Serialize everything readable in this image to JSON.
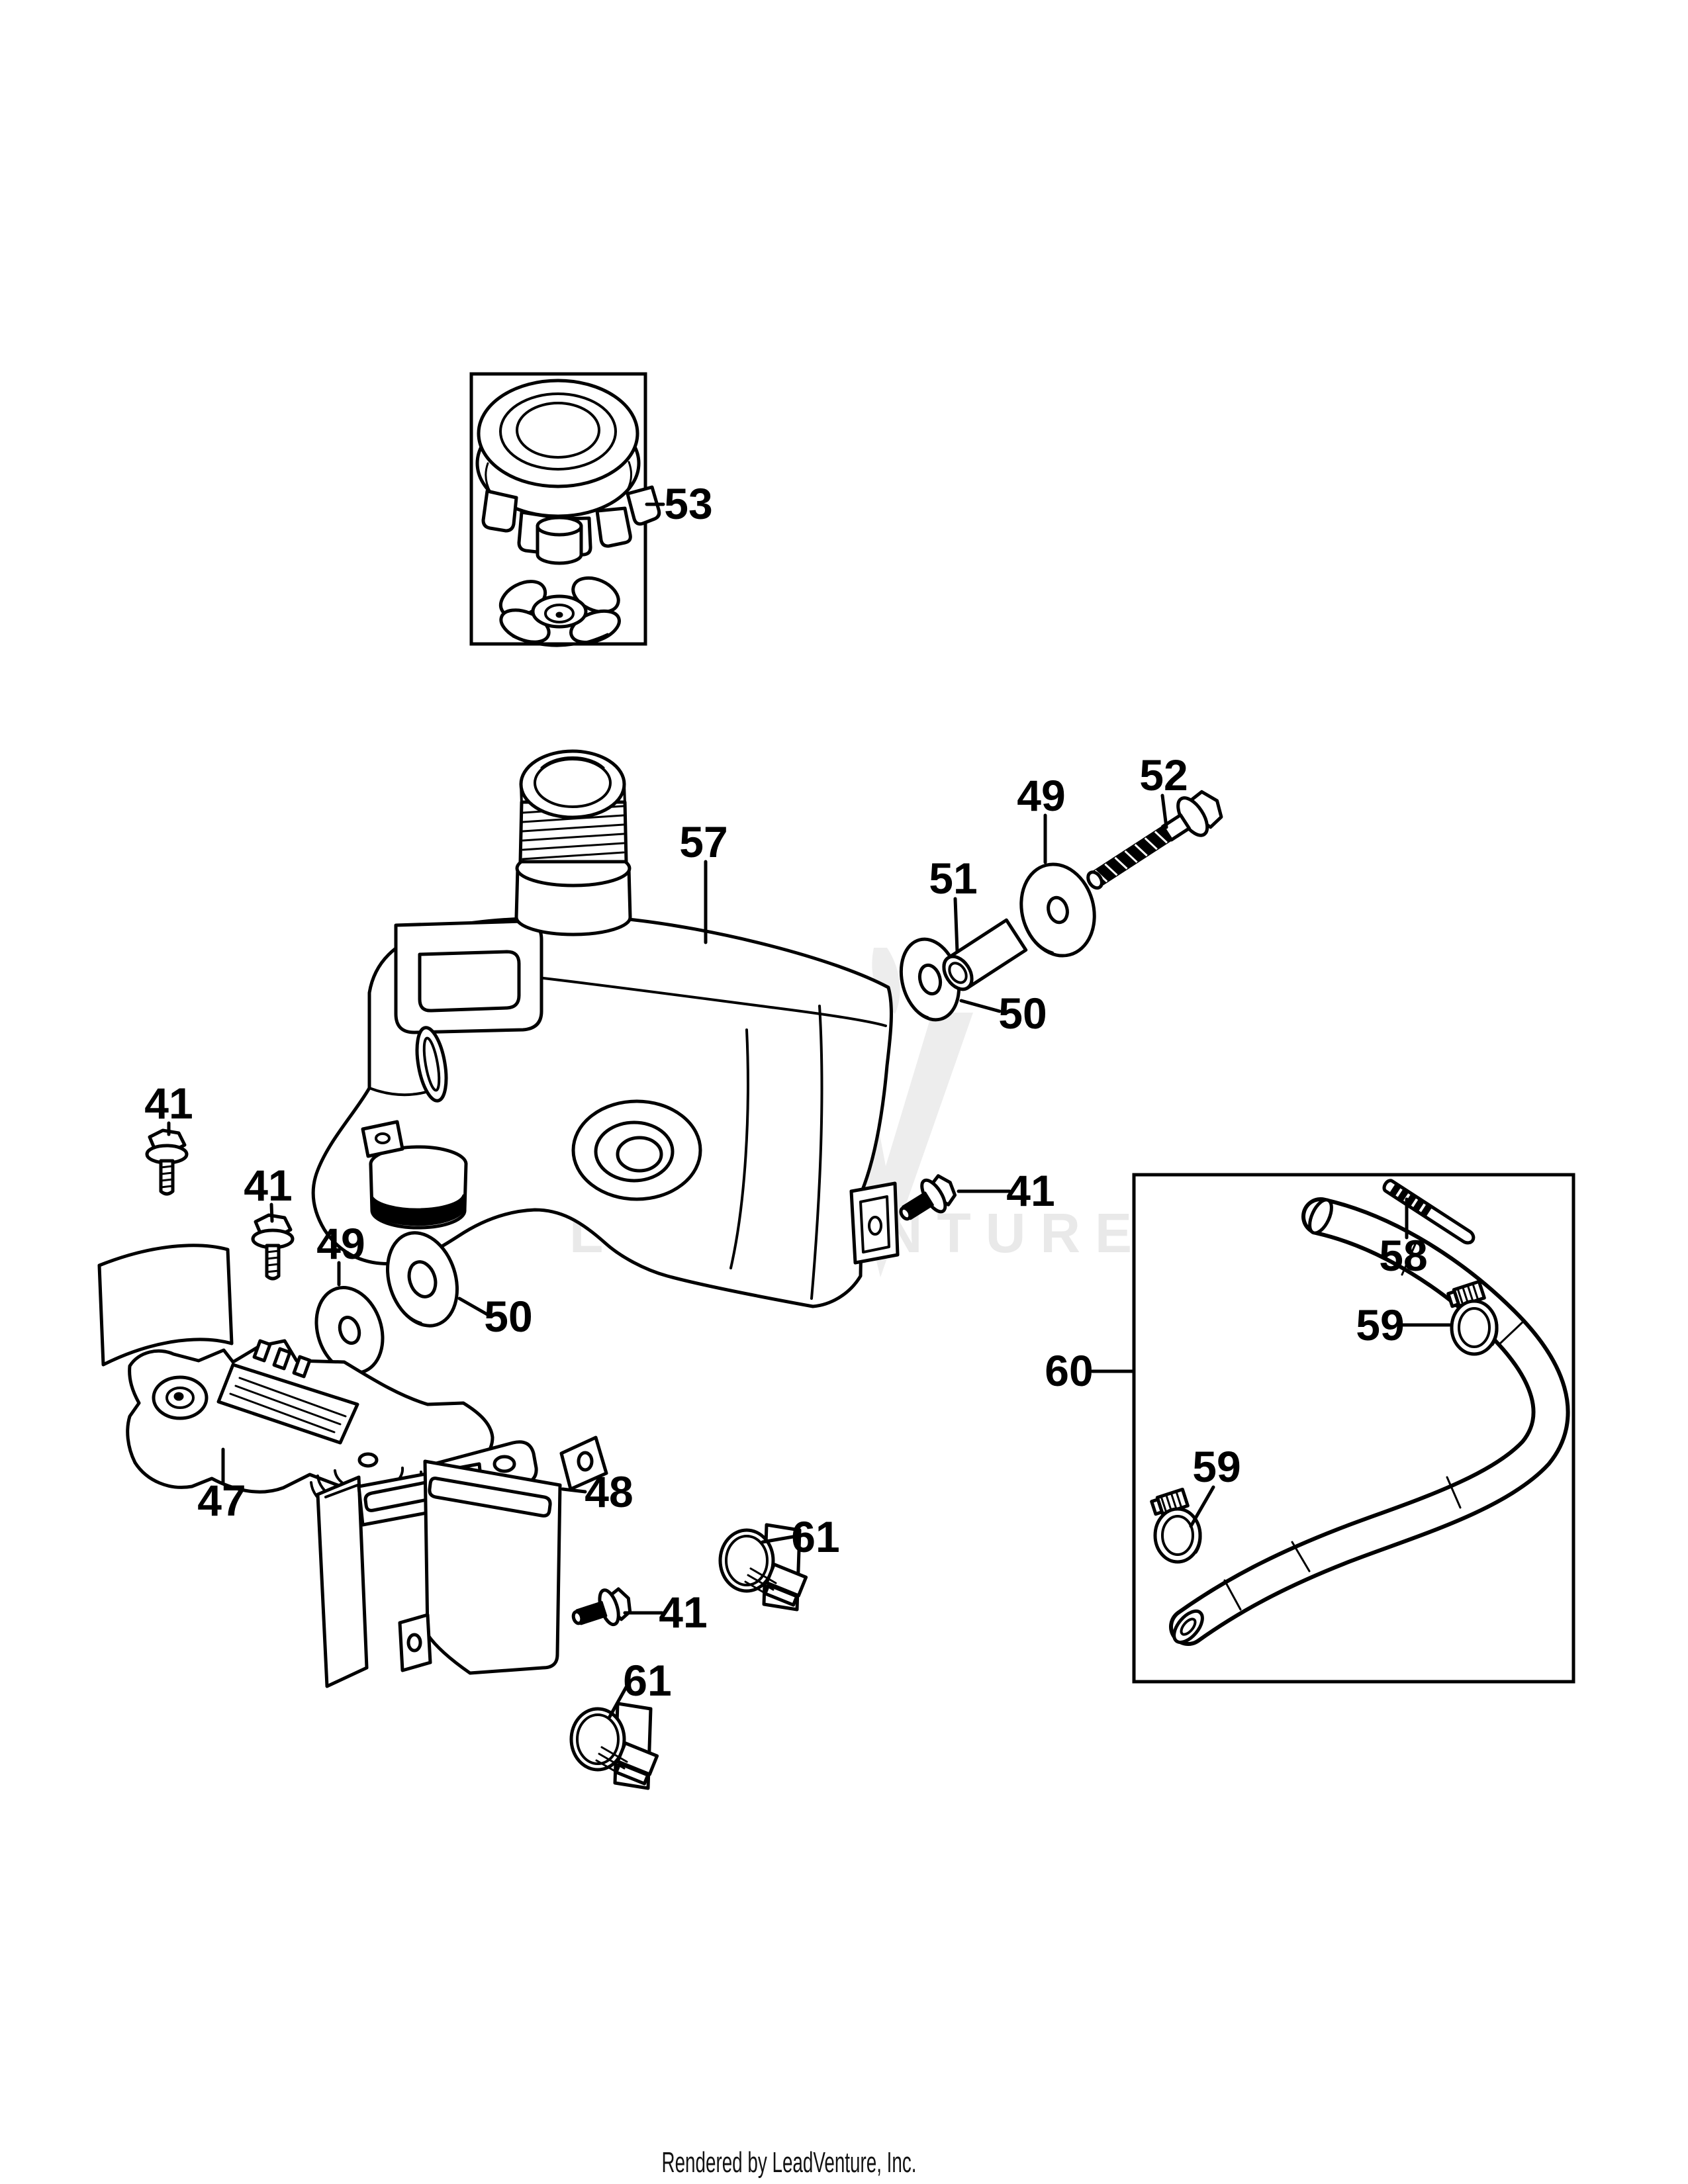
{
  "page": {
    "background": "#ffffff",
    "caption": "Rendered by LeadVenture, Inc."
  },
  "watermark": {
    "text": "LEADVENTURE",
    "text_color": "#e9e9e9",
    "logo_color": "#ededed"
  },
  "line_color": "#000000",
  "callouts": [
    {
      "label": "53",
      "part": "fuel-tank-cap-assembly"
    },
    {
      "label": "57",
      "part": "fuel-tank"
    },
    {
      "label": "49",
      "part": "washer-right"
    },
    {
      "label": "52",
      "part": "hex-flange-bolt-long"
    },
    {
      "label": "51",
      "part": "spacer-bushing"
    },
    {
      "label": "50",
      "part": "flat-washer-right"
    },
    {
      "label": "41",
      "part": "flange-bolt-top-left"
    },
    {
      "label": "41",
      "part": "flange-bolt-left"
    },
    {
      "label": "49",
      "part": "washer-left"
    },
    {
      "label": "50",
      "part": "flat-washer-left"
    },
    {
      "label": "41",
      "part": "flange-bolt-tank-right"
    },
    {
      "label": "58",
      "part": "screw-stud"
    },
    {
      "label": "59",
      "part": "hose-clamp-upper"
    },
    {
      "label": "60",
      "part": "fuel-line"
    },
    {
      "label": "59",
      "part": "hose-clamp-lower"
    },
    {
      "label": "47",
      "part": "heat-shield"
    },
    {
      "label": "48",
      "part": "mounting-bracket"
    },
    {
      "label": "61",
      "part": "fuel-line-clip-right"
    },
    {
      "label": "41",
      "part": "flange-bolt-bottom"
    },
    {
      "label": "61",
      "part": "fuel-line-clip-bottom"
    }
  ]
}
